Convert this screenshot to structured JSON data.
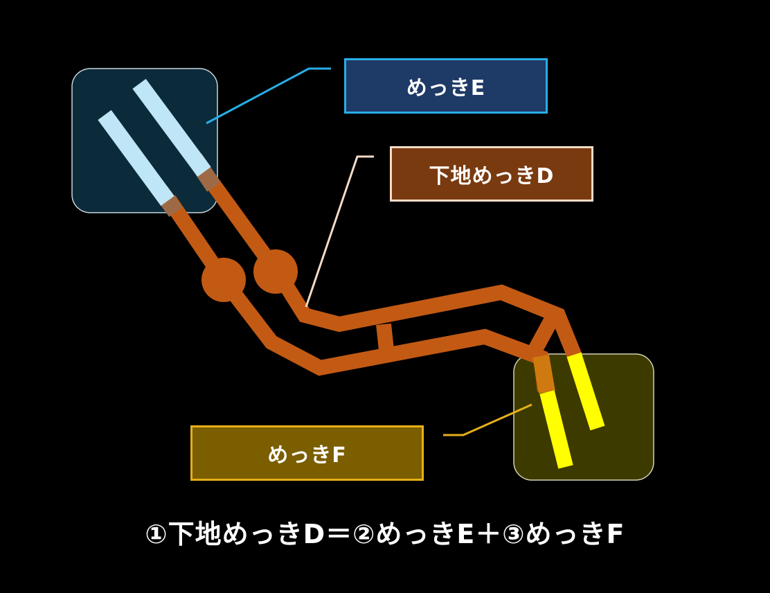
{
  "labels": {
    "plating_e": "めっきE",
    "base_plating_d": "下地めっきD",
    "plating_f": "めっきF"
  },
  "equation": "①下地めっきD＝②めっきE＋③めっきF",
  "colors": {
    "background": "#000000",
    "trace_orange": "#c35a14",
    "plating_e_stripe": "#bfe6f6",
    "plating_f_stripe": "#ffff00",
    "zone_e_fill": "#0b2a3a",
    "zone_f_fill": "#3d3a00",
    "label_e_fill": "#1e3a66",
    "label_e_border": "#27aee8",
    "label_d_fill": "#7a3a10",
    "label_d_border": "#f4dcc8",
    "label_f_fill": "#7b5e00",
    "label_f_border": "#e6b01a"
  }
}
